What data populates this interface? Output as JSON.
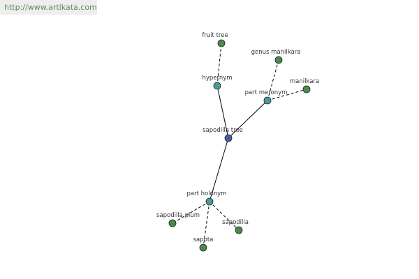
{
  "watermark": {
    "url": "http://www.artikata.com"
  },
  "colors": {
    "center": "#4a5aa8",
    "relation": "#4a9a9a",
    "leaf": "#4a8a4a",
    "edge": "#000000"
  },
  "graph": {
    "nodes": [
      {
        "id": "sapodilla-tree",
        "label": "sapodilla tree",
        "kind": "center"
      },
      {
        "id": "hypernym",
        "label": "hypernym",
        "kind": "relation"
      },
      {
        "id": "part-meronym",
        "label": "part meronym",
        "kind": "relation"
      },
      {
        "id": "part-holonym",
        "label": "part holonym",
        "kind": "relation"
      },
      {
        "id": "fruit-tree",
        "label": "fruit tree",
        "kind": "leaf"
      },
      {
        "id": "genus-manilkara",
        "label": "genus manilkara",
        "kind": "leaf"
      },
      {
        "id": "manilkara",
        "label": "manilkara",
        "kind": "leaf"
      },
      {
        "id": "sapodilla-plum",
        "label": "sapodilla plum",
        "kind": "leaf"
      },
      {
        "id": "sapota",
        "label": "sapota",
        "kind": "leaf"
      },
      {
        "id": "sapodilla",
        "label": "sapodilla",
        "kind": "leaf"
      }
    ],
    "edges": [
      {
        "from": "sapodilla-tree",
        "to": "hypernym",
        "style": "solid"
      },
      {
        "from": "sapodilla-tree",
        "to": "part-meronym",
        "style": "solid"
      },
      {
        "from": "sapodilla-tree",
        "to": "part-holonym",
        "style": "solid"
      },
      {
        "from": "hypernym",
        "to": "fruit-tree",
        "style": "dashed"
      },
      {
        "from": "part-meronym",
        "to": "genus-manilkara",
        "style": "dashed"
      },
      {
        "from": "part-meronym",
        "to": "manilkara",
        "style": "dashed"
      },
      {
        "from": "part-holonym",
        "to": "sapodilla-plum",
        "style": "dashed"
      },
      {
        "from": "part-holonym",
        "to": "sapota",
        "style": "dashed"
      },
      {
        "from": "part-holonym",
        "to": "sapodilla",
        "style": "dashed"
      }
    ]
  }
}
